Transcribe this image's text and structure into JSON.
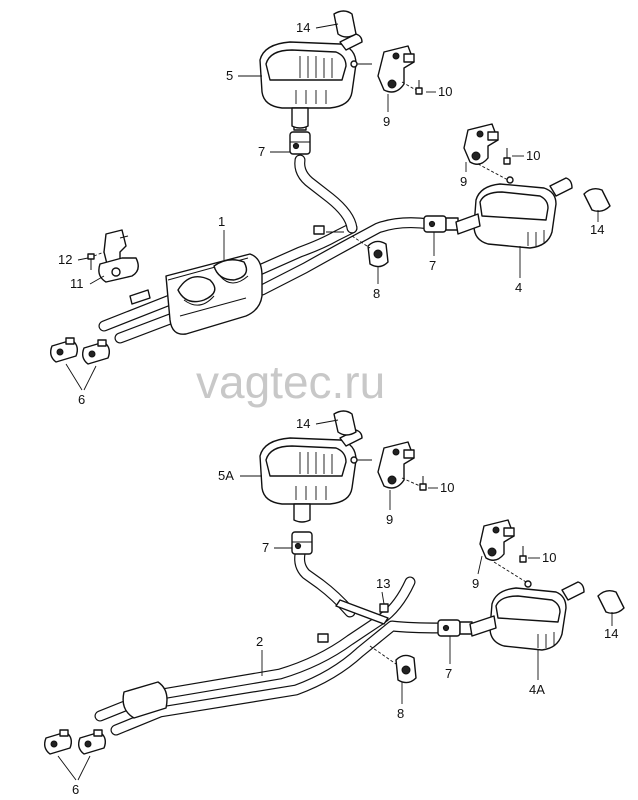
{
  "watermark": "vagtec.ru",
  "top_assembly": {
    "labels": {
      "l14": "14",
      "l5": "5",
      "l10a": "10",
      "l9a": "9",
      "l7a": "7",
      "l10b": "10",
      "l9b": "9",
      "l14b": "14",
      "l1": "1",
      "l12": "12",
      "l11": "11",
      "l7b": "7",
      "l4": "4",
      "l8": "8",
      "l6": "6"
    }
  },
  "bottom_assembly": {
    "labels": {
      "l14": "14",
      "l5a": "5A",
      "l10a": "10",
      "l9a": "9",
      "l7a": "7",
      "l13": "13",
      "l10b": "10",
      "l9b": "9",
      "l14b": "14",
      "l2": "2",
      "l7b": "7",
      "l4a": "4A",
      "l8": "8",
      "l6": "6"
    }
  }
}
